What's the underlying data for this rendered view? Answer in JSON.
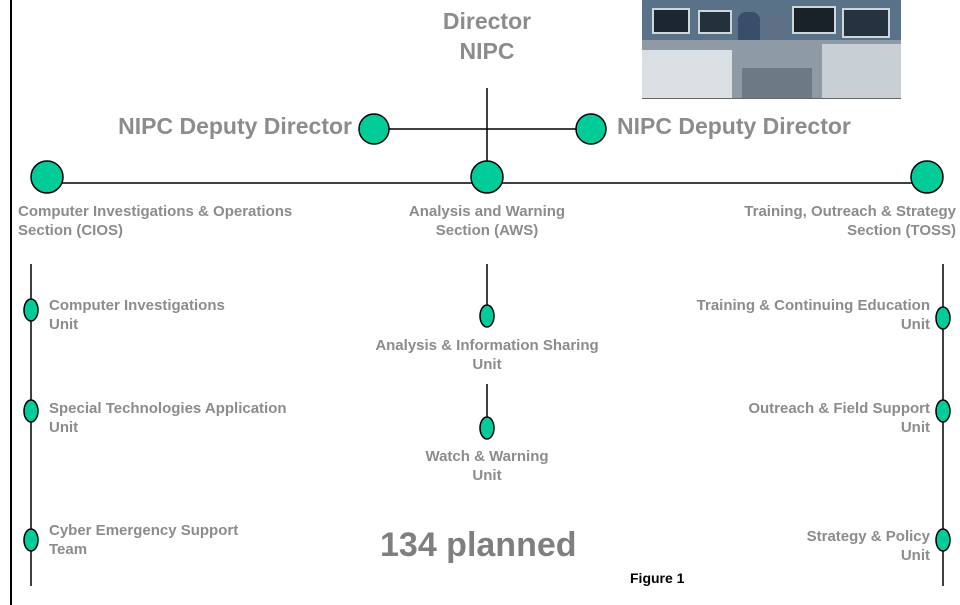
{
  "director": {
    "title": "Director",
    "org": "NIPC"
  },
  "deputies": {
    "left": "NIPC Deputy Director",
    "right": "NIPC Deputy Director"
  },
  "sections": {
    "cios": {
      "line1": "Computer Investigations & Operations",
      "line2": "Section (CIOS)"
    },
    "aws": {
      "line1": "Analysis and Warning",
      "line2": "Section (AWS)"
    },
    "toss": {
      "line1": "Training, Outreach & Strategy",
      "line2": "Section (TOSS)"
    }
  },
  "units": {
    "cios": [
      {
        "line1": "Computer Investigations",
        "line2": "Unit"
      },
      {
        "line1": "Special Technologies Application",
        "line2": "Unit"
      },
      {
        "line1": "Cyber Emergency Support",
        "line2": "Team"
      }
    ],
    "aws": [
      {
        "line1": "Analysis  & Information Sharing",
        "line2": "Unit"
      },
      {
        "line1": "Watch & Warning",
        "line2": "Unit"
      }
    ],
    "toss": [
      {
        "line1": "Training & Continuing Education",
        "line2": "Unit"
      },
      {
        "line1": "Outreach & Field  Support",
        "line2": "Unit"
      },
      {
        "line1": "Strategy & Policy",
        "line2": "Unit"
      }
    ]
  },
  "planned": "134 planned",
  "figure_caption": "Figure 1",
  "colors": {
    "node_fill": "#00cc99",
    "text": "#8c8c8c",
    "line": "#000000"
  }
}
